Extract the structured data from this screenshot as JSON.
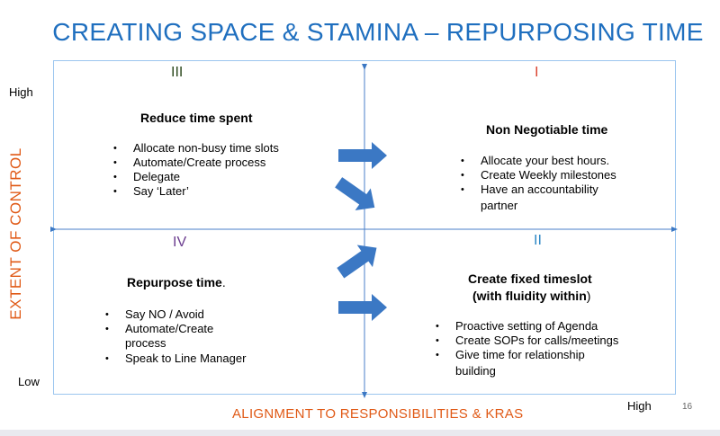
{
  "title": "CREATING SPACE & STAMINA – REPURPOSING TIME",
  "axes": {
    "y_label": "EXTENT OF CONTROL",
    "y_high": "High",
    "y_low": "Low",
    "x_label": "ALIGNMENT TO RESPONSIBILITIES & KRAS",
    "x_high": "High"
  },
  "page_number": "16",
  "quadrants": {
    "q3": {
      "numeral": "III",
      "heading": "Reduce time spent",
      "items": [
        "Allocate non-busy time slots",
        "Automate/Create process",
        "Delegate",
        "Say ‘Later’"
      ]
    },
    "q1": {
      "numeral": "I",
      "heading": "Non Negotiable time",
      "items": [
        "Allocate your best hours.",
        "Create Weekly milestones",
        "Have an accountability",
        "partner"
      ]
    },
    "q4": {
      "numeral": "IV",
      "heading": "Repurpose time",
      "heading_suffix": ".",
      "items": [
        "Say NO / Avoid",
        "Automate/Create",
        "process",
        "Speak to Line Manager"
      ]
    },
    "q2": {
      "numeral": "II",
      "heading_line1": "Create fixed timeslot",
      "heading_line2a": "(with fluidity within",
      "heading_line2b": ")",
      "items": [
        "Proactive setting of Agenda",
        "Create SOPs for calls/meetings",
        "Give time for relationship",
        "building"
      ]
    }
  },
  "colors": {
    "title": "#1f6fbf",
    "axis_label": "#e05a17",
    "arrow": "#3b78c4",
    "numeral_iii": "#2e4a1e",
    "numeral_i": "#d9432e",
    "numeral_iv": "#6b3d8f",
    "numeral_ii": "#2b86c5"
  }
}
